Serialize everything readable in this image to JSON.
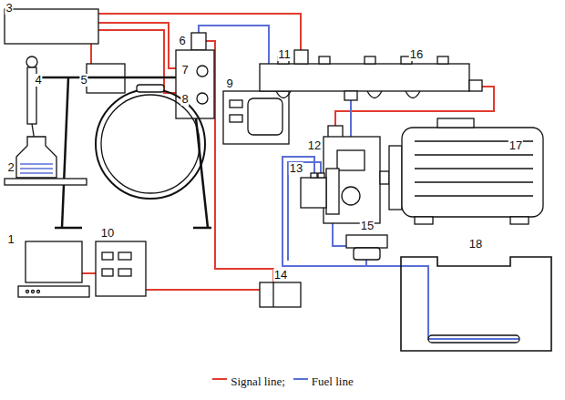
{
  "diagram": {
    "labels": [
      "3",
      "6",
      "11",
      "16",
      "7",
      "4",
      "5",
      "9",
      "8",
      "12",
      "17",
      "2",
      "13",
      "15",
      "1",
      "10",
      "18",
      "14"
    ],
    "legend": [
      {
        "text": "Signal line;"
      },
      {
        "text": "Fuel line"
      }
    ]
  }
}
